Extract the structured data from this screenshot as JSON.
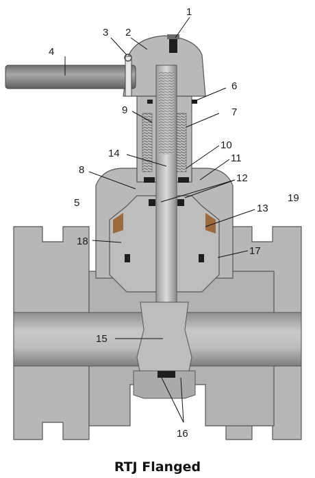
{
  "caption": "RTJ Flanged",
  "callouts": [
    "1",
    "2",
    "3",
    "4",
    "5",
    "6",
    "7",
    "8",
    "9",
    "10",
    "11",
    "12",
    "13",
    "14",
    "15",
    "16",
    "17",
    "18",
    "19"
  ],
  "colors": {
    "body": "#b4b4b4",
    "body_dark": "#8e8e8e",
    "body_light": "#d2d2d2",
    "bore": "#a6a6a6",
    "handle": "#8a8a8a",
    "seal_black": "#1e1e1e",
    "bronze": "#9c6b3d"
  }
}
